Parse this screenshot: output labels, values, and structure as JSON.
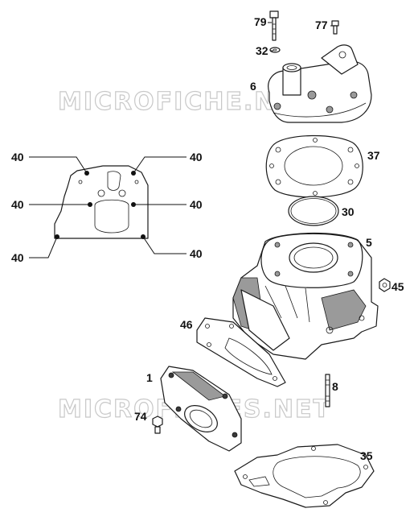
{
  "watermark": {
    "top": "MICROFICHE.NET",
    "bottom": "MICROFICHES.NET"
  },
  "callouts": {
    "p79": "79",
    "p77": "77",
    "p32": "32",
    "p6": "6",
    "p37": "37",
    "p30": "30",
    "p5": "5",
    "p45": "45",
    "p46": "46",
    "p1": "1",
    "p8": "8",
    "p74": "74",
    "p35": "35",
    "p40_left_top": "40",
    "p40_right_top": "40",
    "p40_left_mid": "40",
    "p40_right_mid": "40",
    "p40_left_bottom": "40",
    "p40_right_bottom": "40"
  }
}
